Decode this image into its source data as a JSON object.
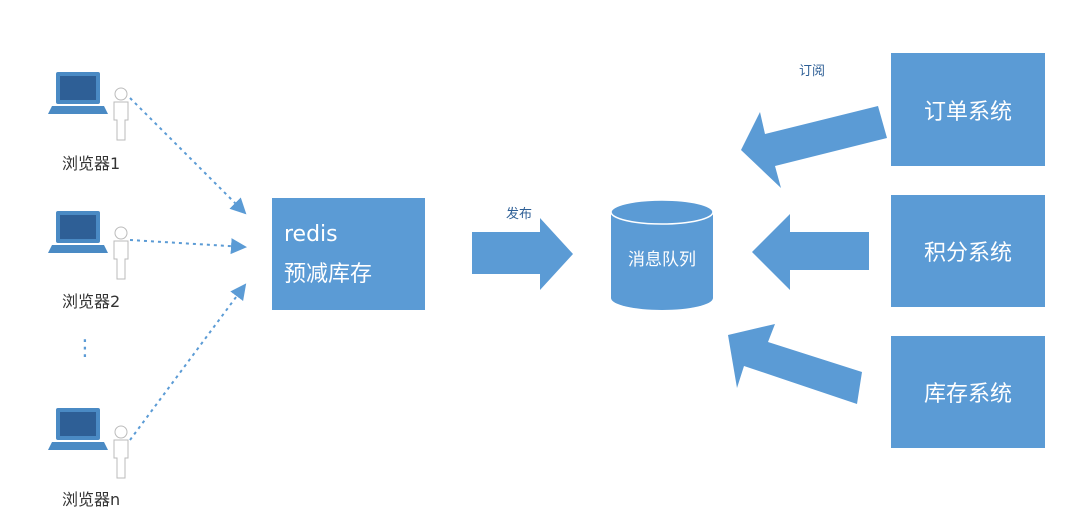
{
  "browsers": [
    {
      "label": "浏览器1"
    },
    {
      "label": "浏览器2"
    },
    {
      "label": "浏览器n"
    }
  ],
  "ellipsis": "⋮",
  "redis": {
    "line1": "redis",
    "line2": "预减库存"
  },
  "publish_label": "发布",
  "queue_label": "消息队列",
  "subscribe_label": "订阅",
  "systems": [
    {
      "label": "订单系统"
    },
    {
      "label": "积分系统"
    },
    {
      "label": "库存系统"
    }
  ],
  "colors": {
    "box": "#5b9bd5",
    "dotted": "#5b9bd5",
    "icon": "#5b9bd5"
  }
}
